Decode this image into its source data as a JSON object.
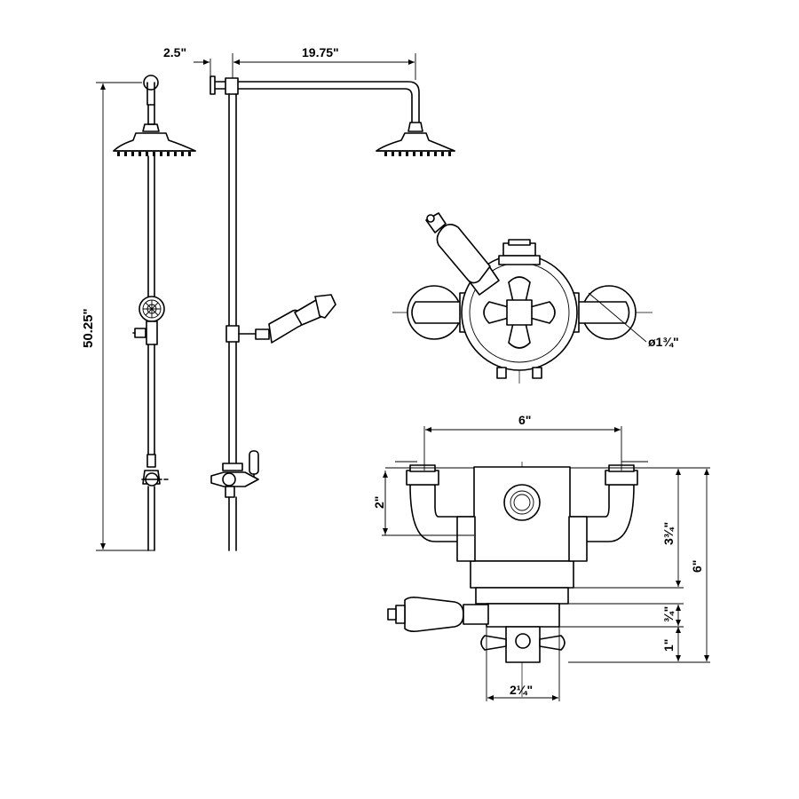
{
  "dimensions": {
    "wall_offset": "2.5\"",
    "arm_length": "19.75\"",
    "total_height": "50.25\"",
    "connection_diameter": "ø1¾\"",
    "valve_centres": "6\"",
    "valve_height_2": "2\"",
    "valve_depth_3_4": "3¾\"",
    "valve_depth_6": "6\"",
    "handle_depth": "¾\"",
    "control_depth": "1\"",
    "control_width": "2¼\""
  }
}
